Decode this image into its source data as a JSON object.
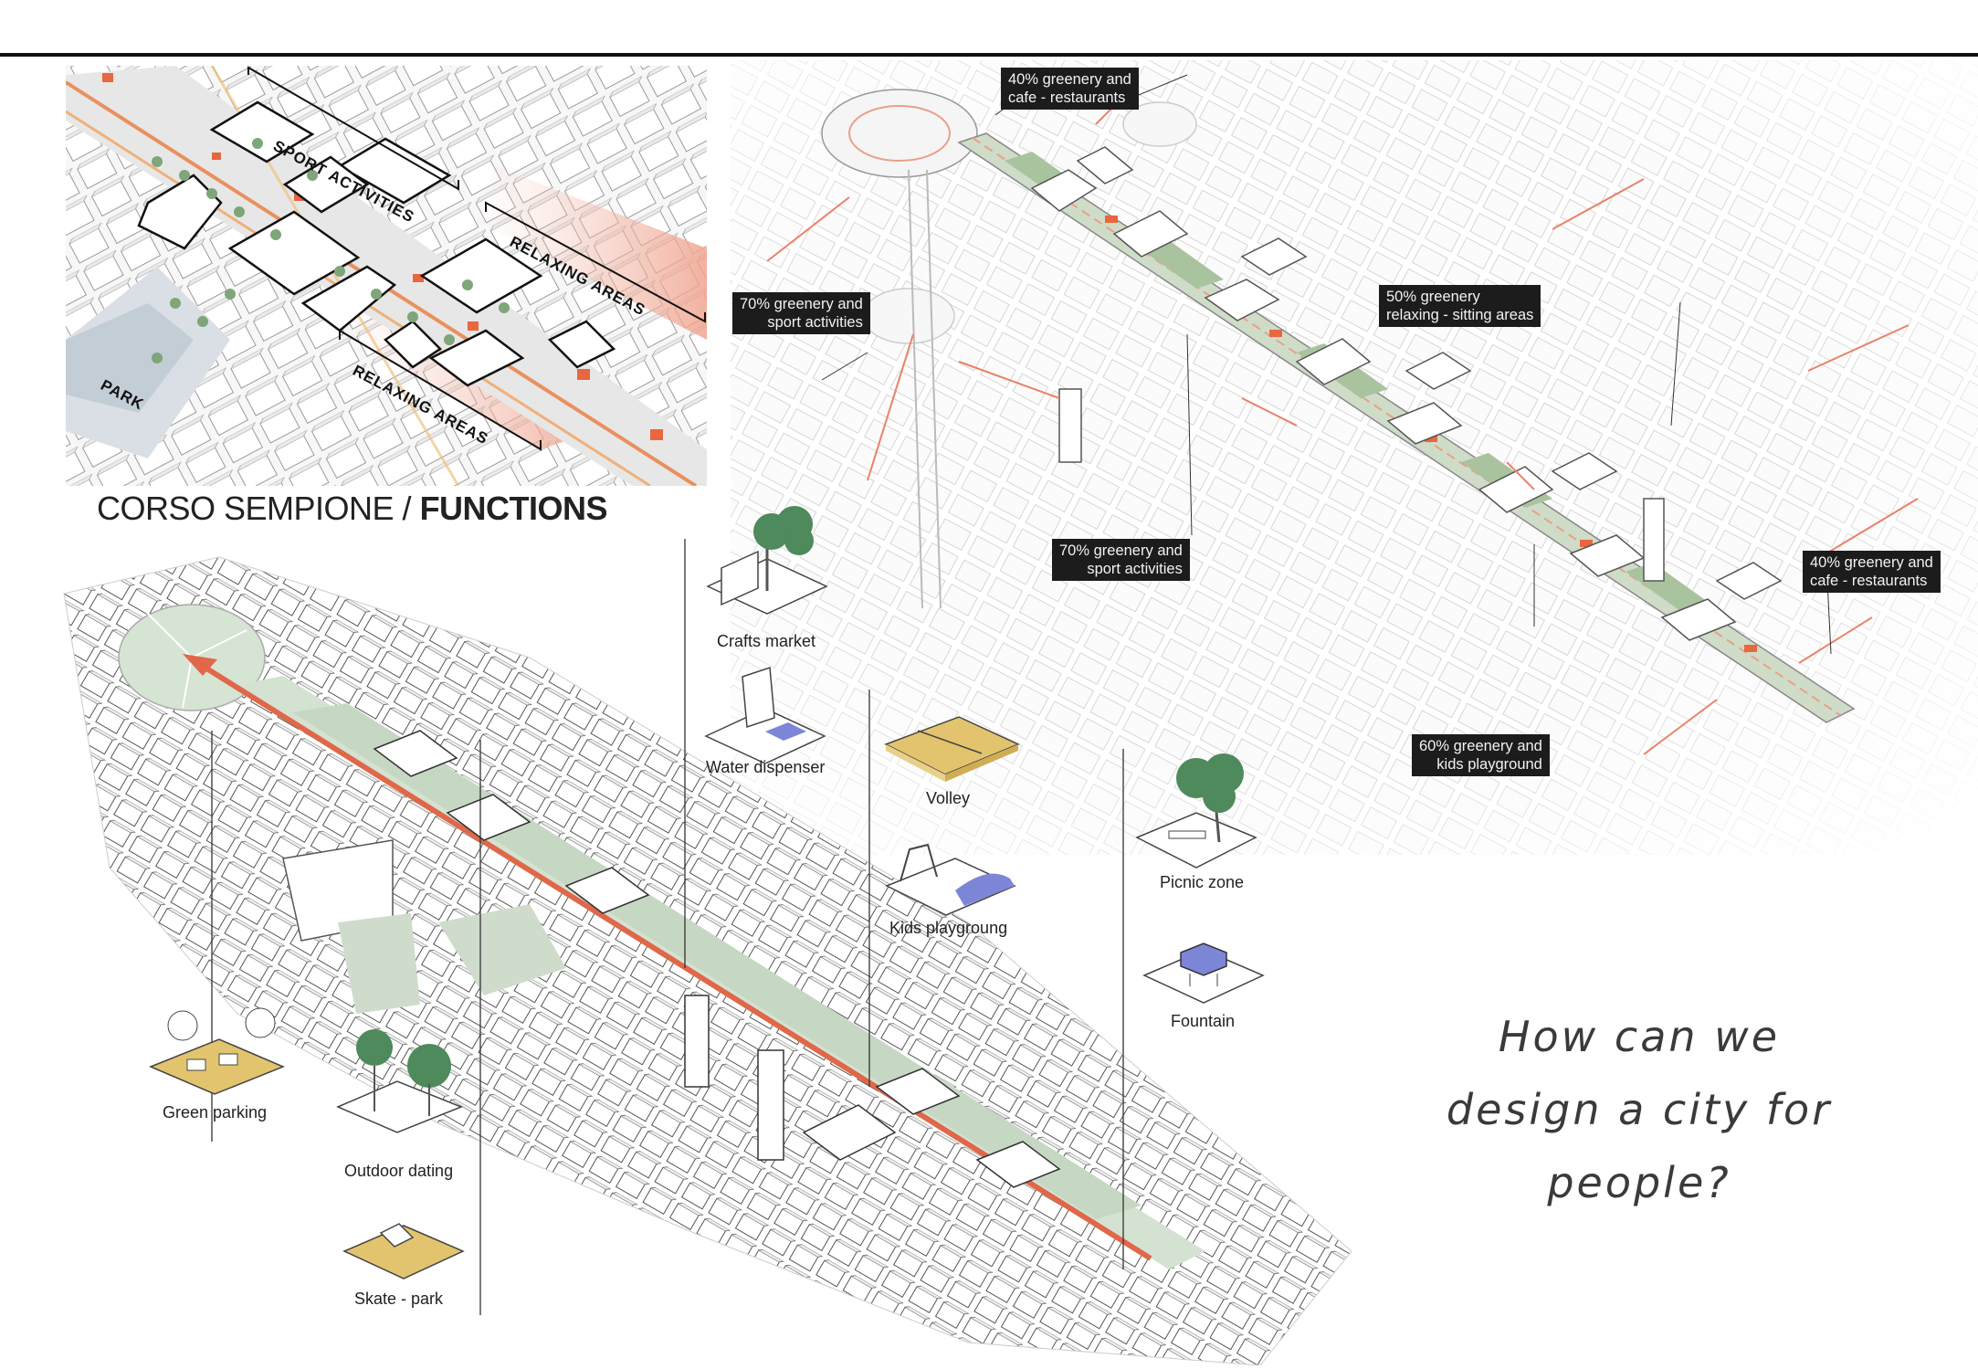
{
  "title": {
    "prefix": "CORSO SEMPIONE / ",
    "bold": "FUNCTIONS"
  },
  "zones": {
    "sport": "SPORT ACTIVITIES",
    "relax_top": "RELAXING AREAS",
    "relax_bottom": "RELAXING AREAS",
    "park": "PARK"
  },
  "tags": {
    "t1": "40% greenery and\ncafe - restaurants",
    "t2": "70% greenery and\nsport activities",
    "t3": "50% greenery\nrelaxing  - sitting areas",
    "t4": "70% greenery and\nsport activities",
    "t5": "40% greenery and\ncafe - restaurants",
    "t6": "60% greenery and\nkids playground"
  },
  "functions": {
    "crafts": "Crafts market",
    "water": "Water dispenser",
    "volley": "Volley",
    "kids": "Kids playgroung",
    "picnic": "Picnic zone",
    "fountain": "Fountain",
    "parking": "Green parking",
    "dating": "Outdoor dating",
    "skate": "Skate - park"
  },
  "question": {
    "l1": "How can we",
    "l2": "design a city for",
    "l3": "people?"
  },
  "colors": {
    "accent": "#e0674a",
    "green": "#8fb38c",
    "tree": "#4e8a5b",
    "sand": "#e3c46e",
    "water": "#7d86d6",
    "frame": "#111111"
  },
  "icons": [
    "tree-icon",
    "kiosk-icon",
    "water-dispenser-icon",
    "volley-court-icon",
    "swing-icon",
    "picnic-table-icon",
    "fountain-icon",
    "parking-icon",
    "skate-ramp-icon"
  ]
}
